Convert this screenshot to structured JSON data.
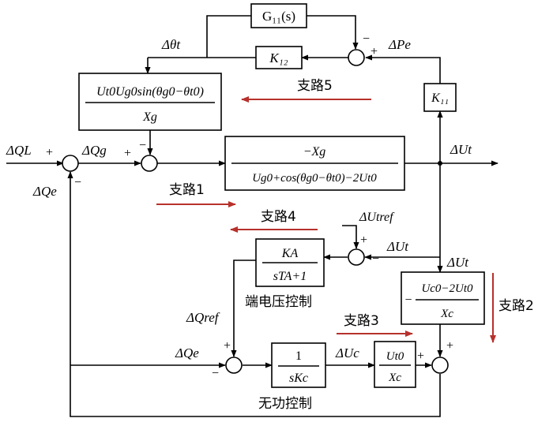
{
  "blocks": {
    "g11": "G₁₁(s)",
    "k12": "K₁₂",
    "k11": "K₁₁",
    "sin_num": "Ut0Ug0sin(θg0−θt0)",
    "sin_den": "Xg",
    "main_num": "−Xg",
    "main_den": "Ug0+cos(θg0−θt0)−2Ut0",
    "avr_num": "KA",
    "avr_den": "sTA+1",
    "uc_num": "Uc0−2Ut0",
    "uc_den": "Xc",
    "uc_minus": "−",
    "kc_num": "1",
    "kc_den": "sKc",
    "ut0_num": "Ut0",
    "ut0_den": "Xc"
  },
  "signals": {
    "dtheta": "Δθt",
    "dpe": "ΔPe",
    "dql": "ΔQL",
    "dqg": "ΔQg",
    "dqe": "ΔQe",
    "dut": "ΔUt",
    "dutref": "ΔUtref",
    "dqref": "ΔQref",
    "duc": "ΔUc"
  },
  "captions": {
    "path1": "支路1",
    "path2": "支路2",
    "path3": "支路3",
    "path4": "支路4",
    "path5": "支路5",
    "avr": "端电压控制",
    "reactive": "无功控制"
  },
  "signs": {
    "plus": "+",
    "minus": "−"
  }
}
